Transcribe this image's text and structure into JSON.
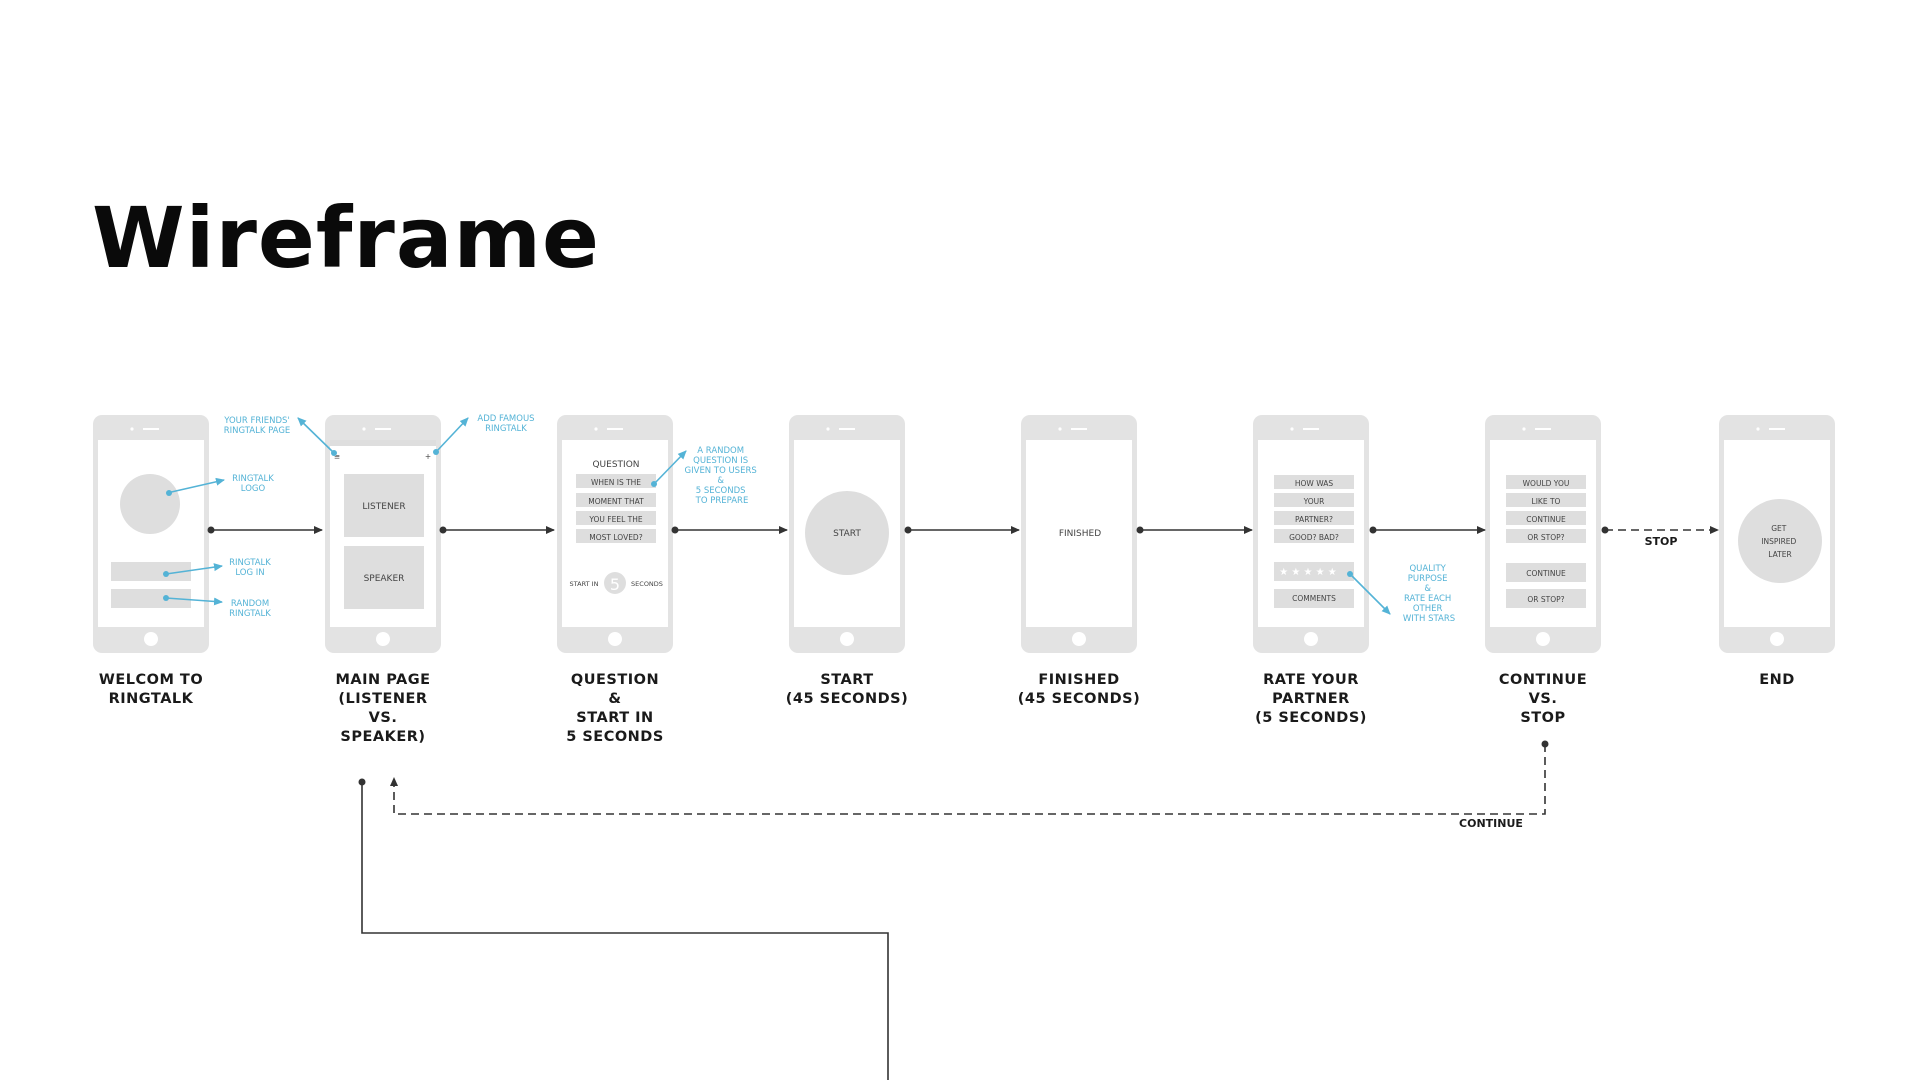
{
  "title": "Wireframe",
  "captions": [
    [
      "WELCOM TO",
      "RINGTALK"
    ],
    [
      "MAIN PAGE",
      "(LISTENER",
      "VS.",
      "SPEAKER)"
    ],
    [
      "QUESTION",
      "&",
      "START IN",
      "5 SECONDS"
    ],
    [
      "START",
      "(45 SECONDS)"
    ],
    [
      "FINISHED",
      "(45 SECONDS)"
    ],
    [
      "RATE YOUR",
      "PARTNER",
      "(5 SECONDS)"
    ],
    [
      "CONTINUE",
      "VS.",
      "STOP"
    ],
    [
      "END"
    ]
  ],
  "notes": {
    "friends": [
      "YOUR FRIENDS'",
      "RINGTALK PAGE"
    ],
    "famous": [
      "ADD FAMOUS",
      "RINGTALK"
    ],
    "logo": [
      "RINGTALK",
      "LOGO"
    ],
    "login": [
      "RINGTALK",
      "LOG IN"
    ],
    "random": [
      "RANDOM",
      "RINGTALK"
    ],
    "question_note": [
      "A RANDOM",
      "QUESTION IS",
      "GIVEN TO USERS",
      "&",
      "5 SECONDS",
      "TO PREPARE"
    ],
    "quality": [
      "QUALITY",
      "PURPOSE",
      "&",
      "RATE EACH",
      "OTHER",
      "WITH STARS"
    ]
  },
  "screens": {
    "main": {
      "listener": "LISTENER",
      "speaker": "SPEAKER"
    },
    "question": {
      "heading": "QUESTION",
      "lines": [
        "WHEN IS THE",
        "MOMENT THAT",
        "YOU FEEL THE",
        "MOST LOVED?"
      ],
      "start_in": "START IN",
      "count": "5",
      "seconds": "SECONDS"
    },
    "start": {
      "button": "START"
    },
    "finished": {
      "label": "FINISHED"
    },
    "rate": {
      "lines": [
        "HOW WAS",
        "YOUR",
        "PARTNER?",
        "GOOD? BAD?"
      ],
      "stars": "★ ★ ★ ★ ★",
      "comments": "COMMENTS"
    },
    "continue": {
      "lines": [
        "WOULD YOU",
        "LIKE TO",
        "CONTINUE",
        "OR STOP?"
      ],
      "continue_btn": "CONTINUE",
      "stop_btn": "OR STOP?"
    },
    "end": {
      "lines": [
        "GET",
        "INSPIRED",
        "LATER"
      ]
    }
  },
  "flow_labels": {
    "stop": "STOP",
    "continue": "CONTINUE"
  }
}
